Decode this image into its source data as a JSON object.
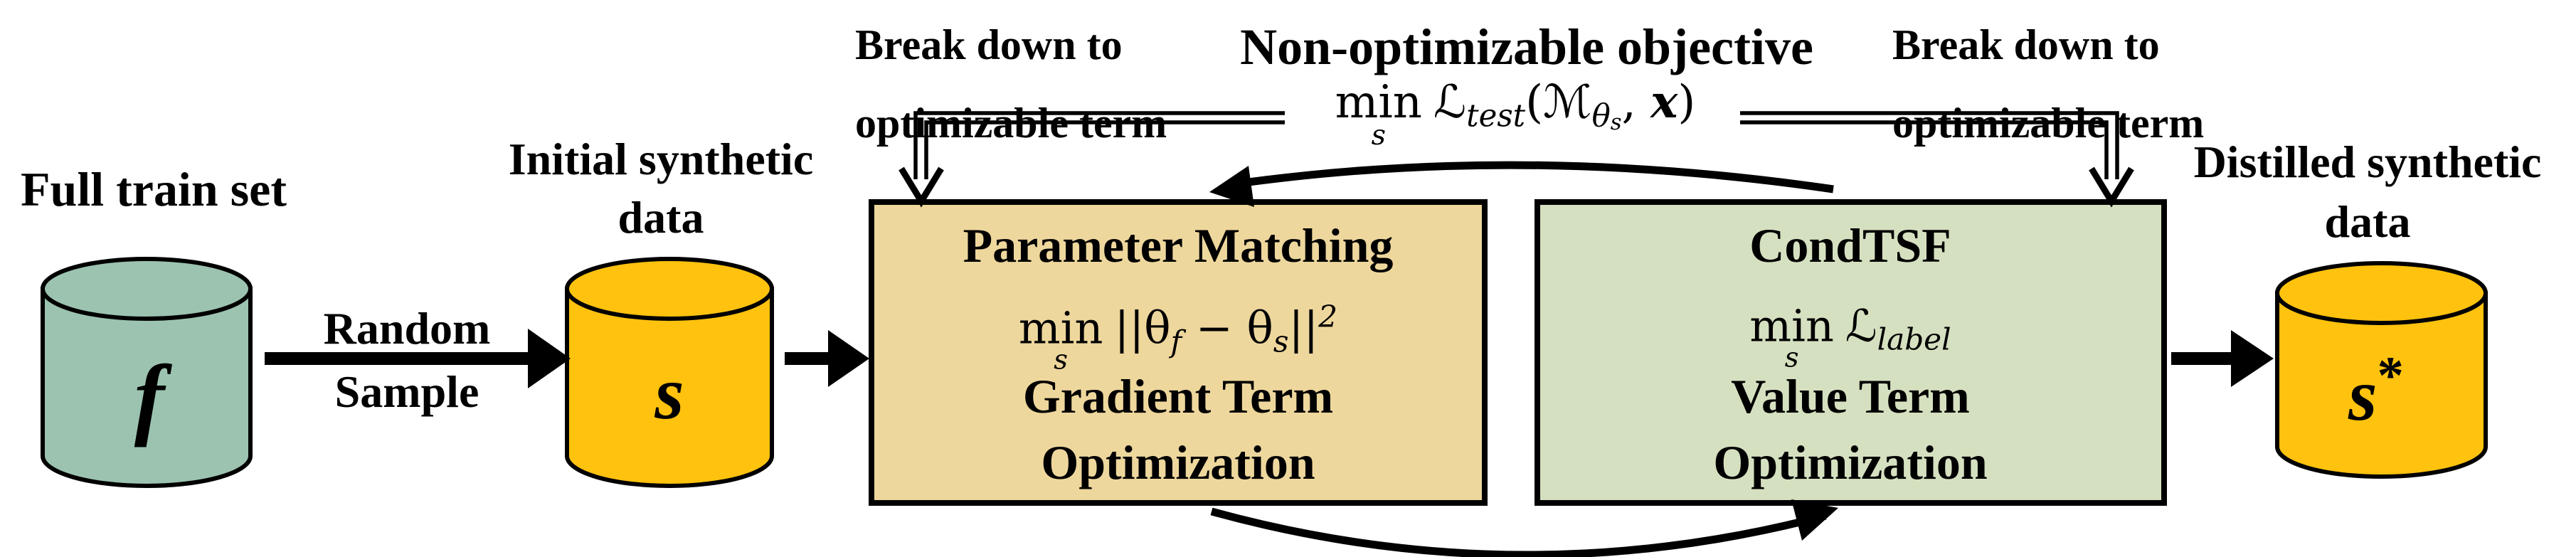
{
  "labels": {
    "full_train_set": "Full train set",
    "initial_synthetic_line1": "Initial synthetic",
    "initial_synthetic_line2": "data",
    "random_line1": "Random",
    "random_line2": "Sample",
    "objective_title": "Non-optimizable objective",
    "break_down_left_line1": "Break down to",
    "break_down_left_line2": "optimizable term",
    "break_down_right_line1": "Break down to",
    "break_down_right_line2": "optimizable term",
    "distilled_line1": "Distilled synthetic",
    "distilled_line2": "data"
  },
  "cylinders": {
    "full_train": "f",
    "initial_synthetic": "s",
    "distilled_base": "s",
    "distilled_sup": "*"
  },
  "objective_formula": {
    "min": "min",
    "min_sub": "s",
    "loss": "ℒ",
    "loss_sub": "test",
    "open_paren": "(",
    "model": "ℳ",
    "model_sub": "θ",
    "model_sub_sub": "s",
    "comma": ", ",
    "input_var": "x",
    "close_paren": ")"
  },
  "param_box": {
    "title": "Parameter Matching",
    "formula": {
      "min": "min",
      "min_sub": "s",
      "body_open": "||θ",
      "sub_f": "f",
      "body_mid": " − θ",
      "sub_s": "s",
      "body_close": "||",
      "sup": "2"
    },
    "line3": "Gradient Term",
    "line4": "Optimization",
    "fill": "#EED79D"
  },
  "cond_box": {
    "title": "CondTSF",
    "formula": {
      "min": "min",
      "min_sub": "s",
      "loss": "ℒ",
      "loss_sub": "label"
    },
    "line3": "Value Term",
    "line4": "Optimization",
    "fill": "#D5E0C0"
  },
  "colors": {
    "cylinder_teal": "#9CC3B0",
    "cylinder_yellow": "#FFC20E",
    "param_box_fill": "#EED79D",
    "cond_box_fill": "#D5E0C0",
    "outline": "#000000"
  }
}
